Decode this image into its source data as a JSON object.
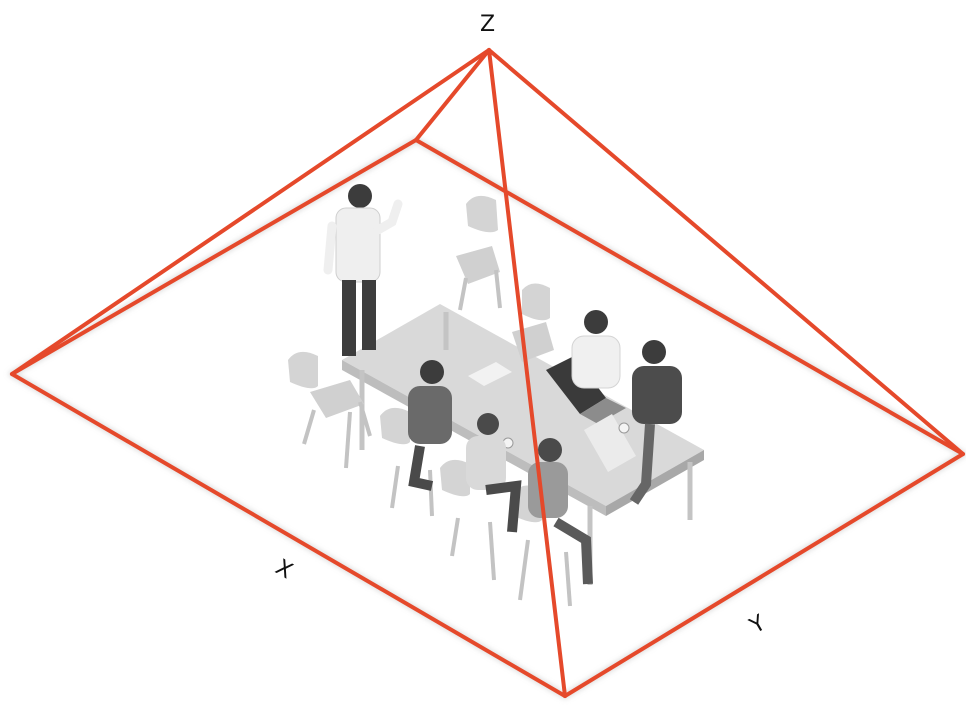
{
  "labels": {
    "z": "Z",
    "x": "X",
    "y": "Y"
  },
  "colors": {
    "edge": "#e5492b",
    "furniture": "#d7d7d7",
    "people_dark": "#4a4a4a",
    "people_light": "#e9e9e9"
  }
}
